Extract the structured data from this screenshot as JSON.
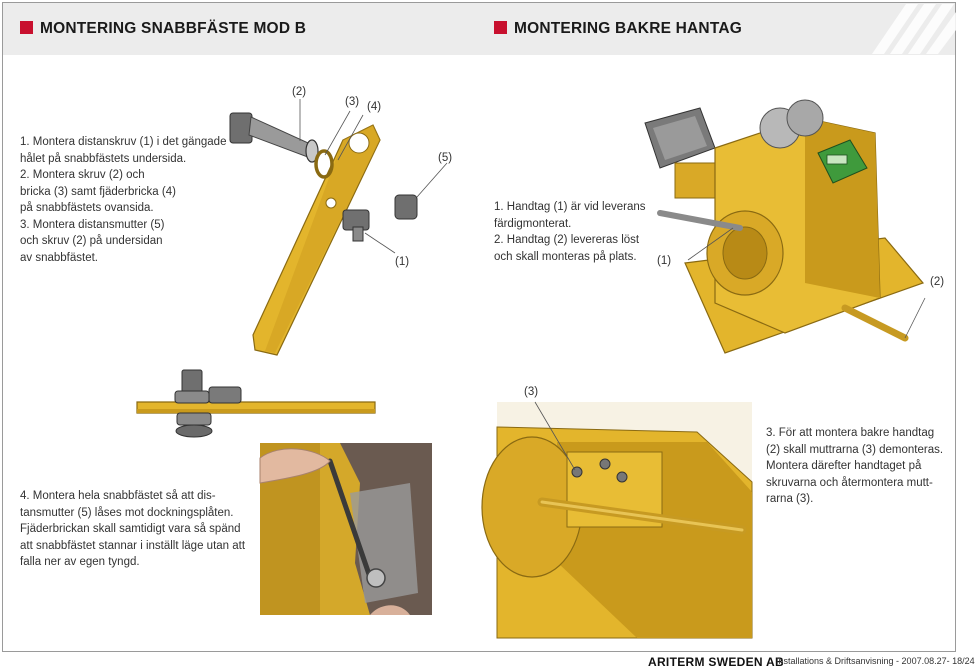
{
  "left_section": {
    "title": "MONTERING SNABBFÄSTE MOD B",
    "steps_top": [
      "1. Montera distanskruv (1) i det gängade",
      "hålet på snabbfästets undersida.",
      "2. Montera skruv (2) och",
      "bricka (3) samt fjäderbricka (4)",
      "på snabbfästets ovansida.",
      "3. Montera distansmutter (5)",
      "och skruv (2) på undersidan",
      "av snabbfästet."
    ],
    "callouts": {
      "c1": "(1)",
      "c2": "(2)",
      "c3": "(3)",
      "c4": "(4)",
      "c5": "(5)"
    },
    "steps_bottom": [
      "4. Montera hela snabbfästet så att dis-",
      "tansmutter (5) låses mot dockningsplåten.",
      "Fjäderbrickan skall samtidigt vara så spänd",
      "att snabbfästet stannar i inställt läge utan att",
      "falla ner av egen tyngd."
    ]
  },
  "right_section": {
    "title": "MONTERING BAKRE HANTAG",
    "steps_top": [
      "1. Handtag (1) är vid leverans",
      "färdigmonterat.",
      "2. Handtag (2) levereras löst",
      "och skall monteras på plats."
    ],
    "callouts": {
      "c1": "(1)",
      "c2": "(2)",
      "c3": "(3)"
    },
    "steps_bottom": [
      "3. För att montera bakre handtag",
      "(2) skall muttrarna (3) demonteras.",
      "Montera därefter handtaget på",
      "skruvarna och återmontera mutt-",
      "rarna (3)."
    ]
  },
  "footer": {
    "brand": "ARITERM SWEDEN AB",
    "info": "Installations & Driftsanvisning - 2007.08.27- 18/24"
  },
  "colors": {
    "accent": "#c8102e",
    "header_bg": "#ececec",
    "metal": "#e3b52c",
    "bolt": "#7a7a7a"
  },
  "icons": {
    "title_marker": "red-square-icon",
    "corner": "diagonal-stripes-decoration"
  }
}
